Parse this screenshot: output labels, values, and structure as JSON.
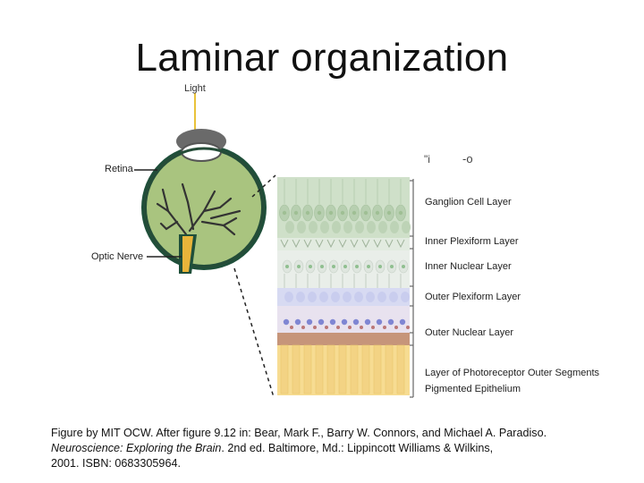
{
  "title": "Laminar organization",
  "eye_labels": {
    "light": "Light",
    "retina": "Retina",
    "optic_nerve": "Optic Nerve"
  },
  "corner_marks": {
    "left": "\"i",
    "right": "-o"
  },
  "layers": [
    "Ganglion Cell Layer",
    "Inner Plexiform Layer",
    "Inner Nuclear Layer",
    "Outer Plexiform Layer",
    "Outer Nuclear Layer",
    "Layer of Photoreceptor Outer Segments",
    "Pigmented Epithelium"
  ],
  "caption": {
    "part1": "Figure by MIT OCW. After figure 9.12 in: Bear, Mark F., Barry W. Connors, and Michael A. Paradiso.",
    "book": "Neuroscience: Exploring the Brain",
    "part2": ". 2nd ed. Baltimore, Md.: Lippincott Williams & Wilkins,",
    "part3": "2001. ISBN: 0683305964."
  },
  "colors": {
    "eye_green": "#a9c47f",
    "eye_dark": "#1f4f3a",
    "optic_yellow": "#e8b43a",
    "light_ray": "#e9c23a",
    "ganglion": "#c9dcc4",
    "nuclear": "#e6ece6",
    "outer_plexiform": "#d3d7ef",
    "nucleus_blue": "#7f86d3",
    "photoreceptor": "#f7dc92",
    "pigment": "#b88a6c"
  }
}
